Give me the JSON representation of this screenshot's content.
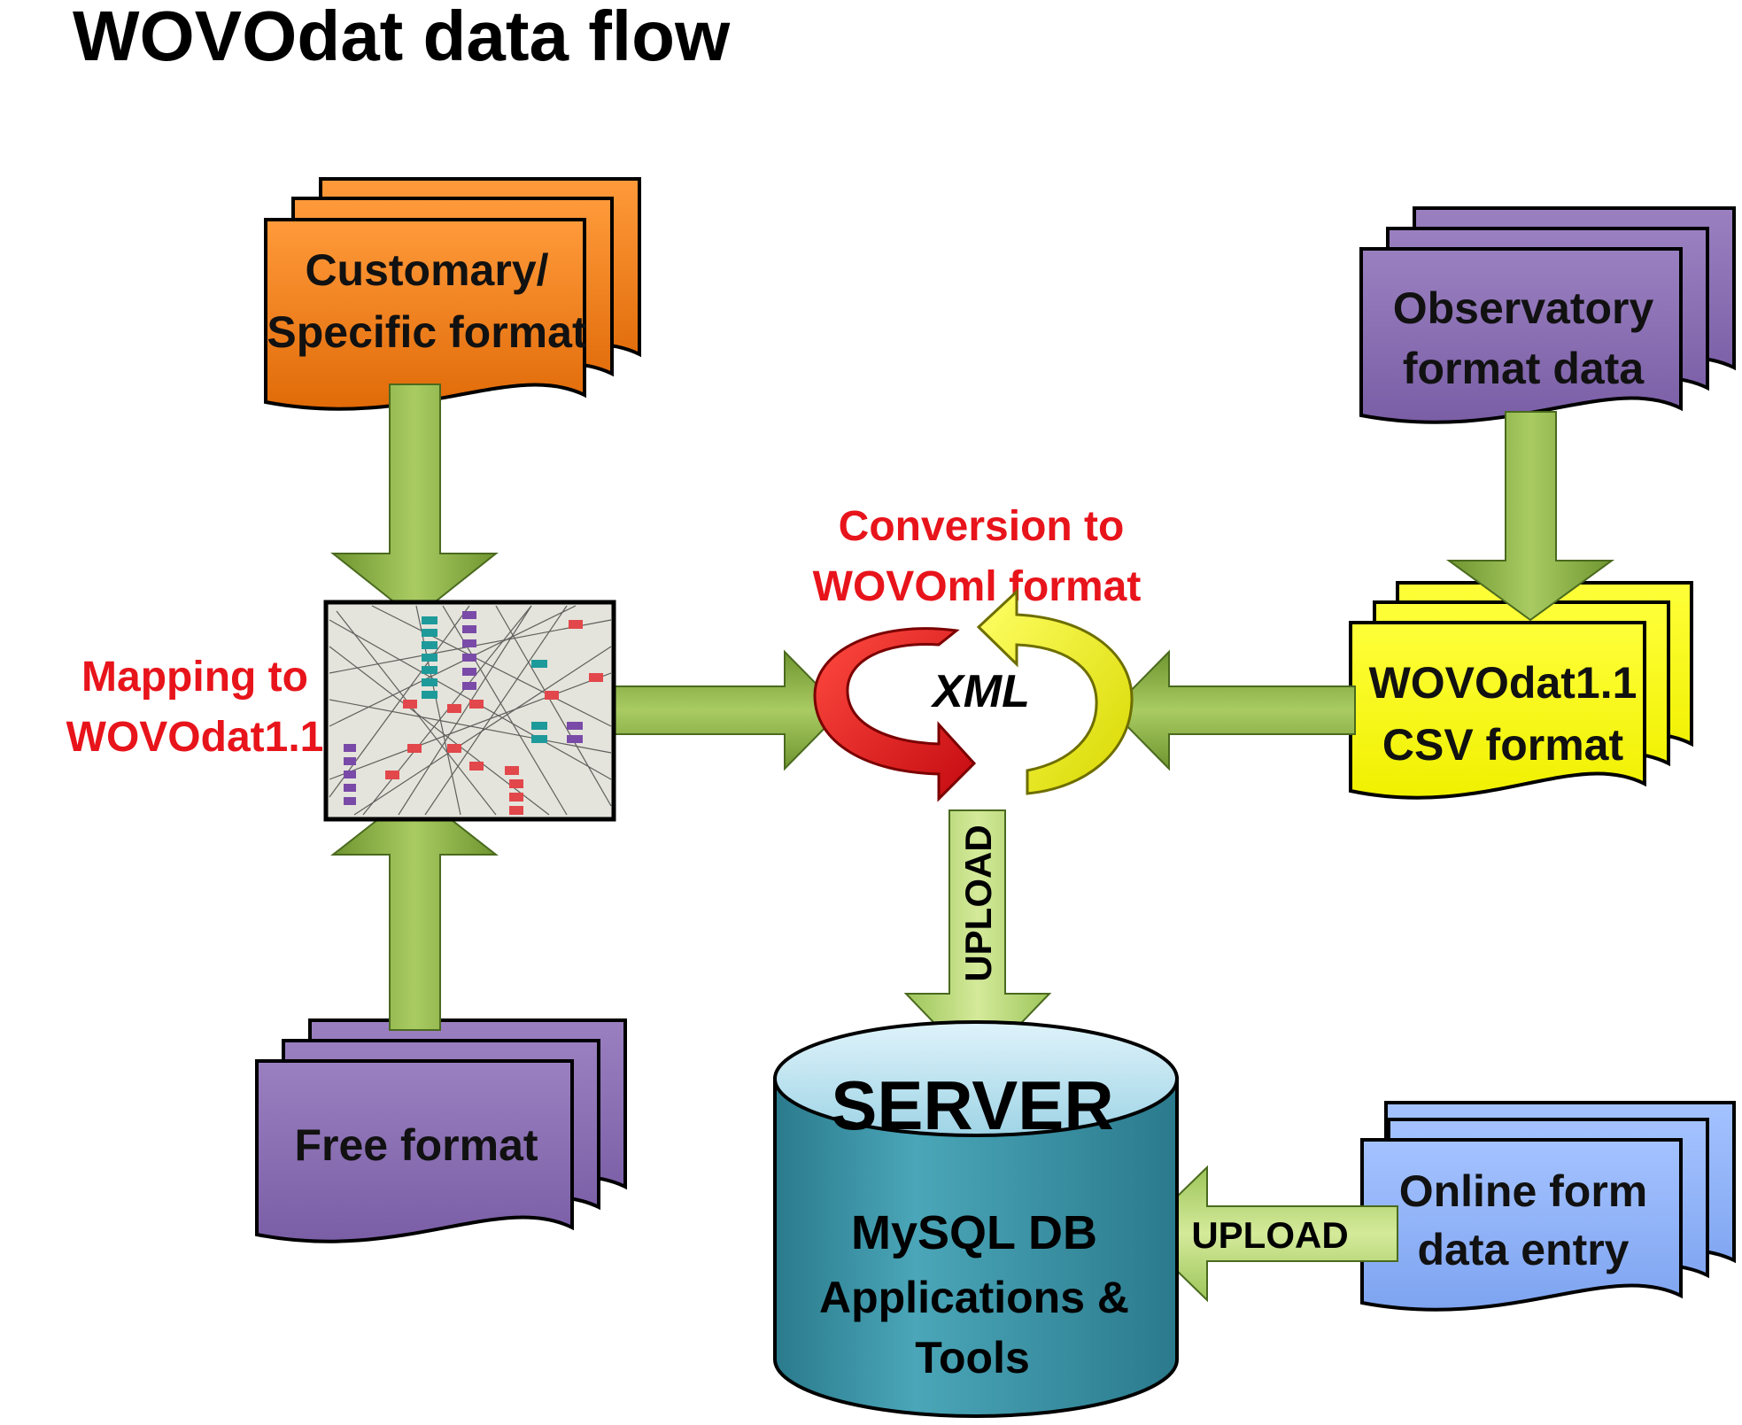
{
  "title": "WOVOdat data flow",
  "documents": {
    "customary": {
      "line1": "Customary/",
      "line2": "Specific format",
      "color": "#f47a14"
    },
    "free": {
      "line1": "Free format",
      "color": "#8a6db0"
    },
    "observatory": {
      "line1": "Observatory",
      "line2": "format data",
      "color": "#8a6db0"
    },
    "wovodat_csv": {
      "line1": "WOVOdat1.1",
      "line2": "CSV format",
      "color": "#fafa00"
    },
    "online_form": {
      "line1": "Online form",
      "line2": "data entry",
      "color": "#8fb3fb"
    }
  },
  "labels": {
    "mapping_line1": "Mapping to",
    "mapping_line2": "WOVOdat1.1",
    "conversion_line1": "Conversion to",
    "conversion_line2": "WOVOml format",
    "xml": "XML",
    "upload_vertical": "UPLOAD",
    "upload_horizontal": "UPLOAD"
  },
  "server": {
    "title": "SERVER",
    "db": "MySQL DB",
    "apps_line1": "Applications &",
    "apps_line2": "Tools",
    "color": "#3a93a5"
  },
  "colors": {
    "arrow": "#8db04a",
    "label_red": "#e8141b",
    "cycle_red": "#e8141b",
    "cycle_yellow": "#f5f500"
  }
}
